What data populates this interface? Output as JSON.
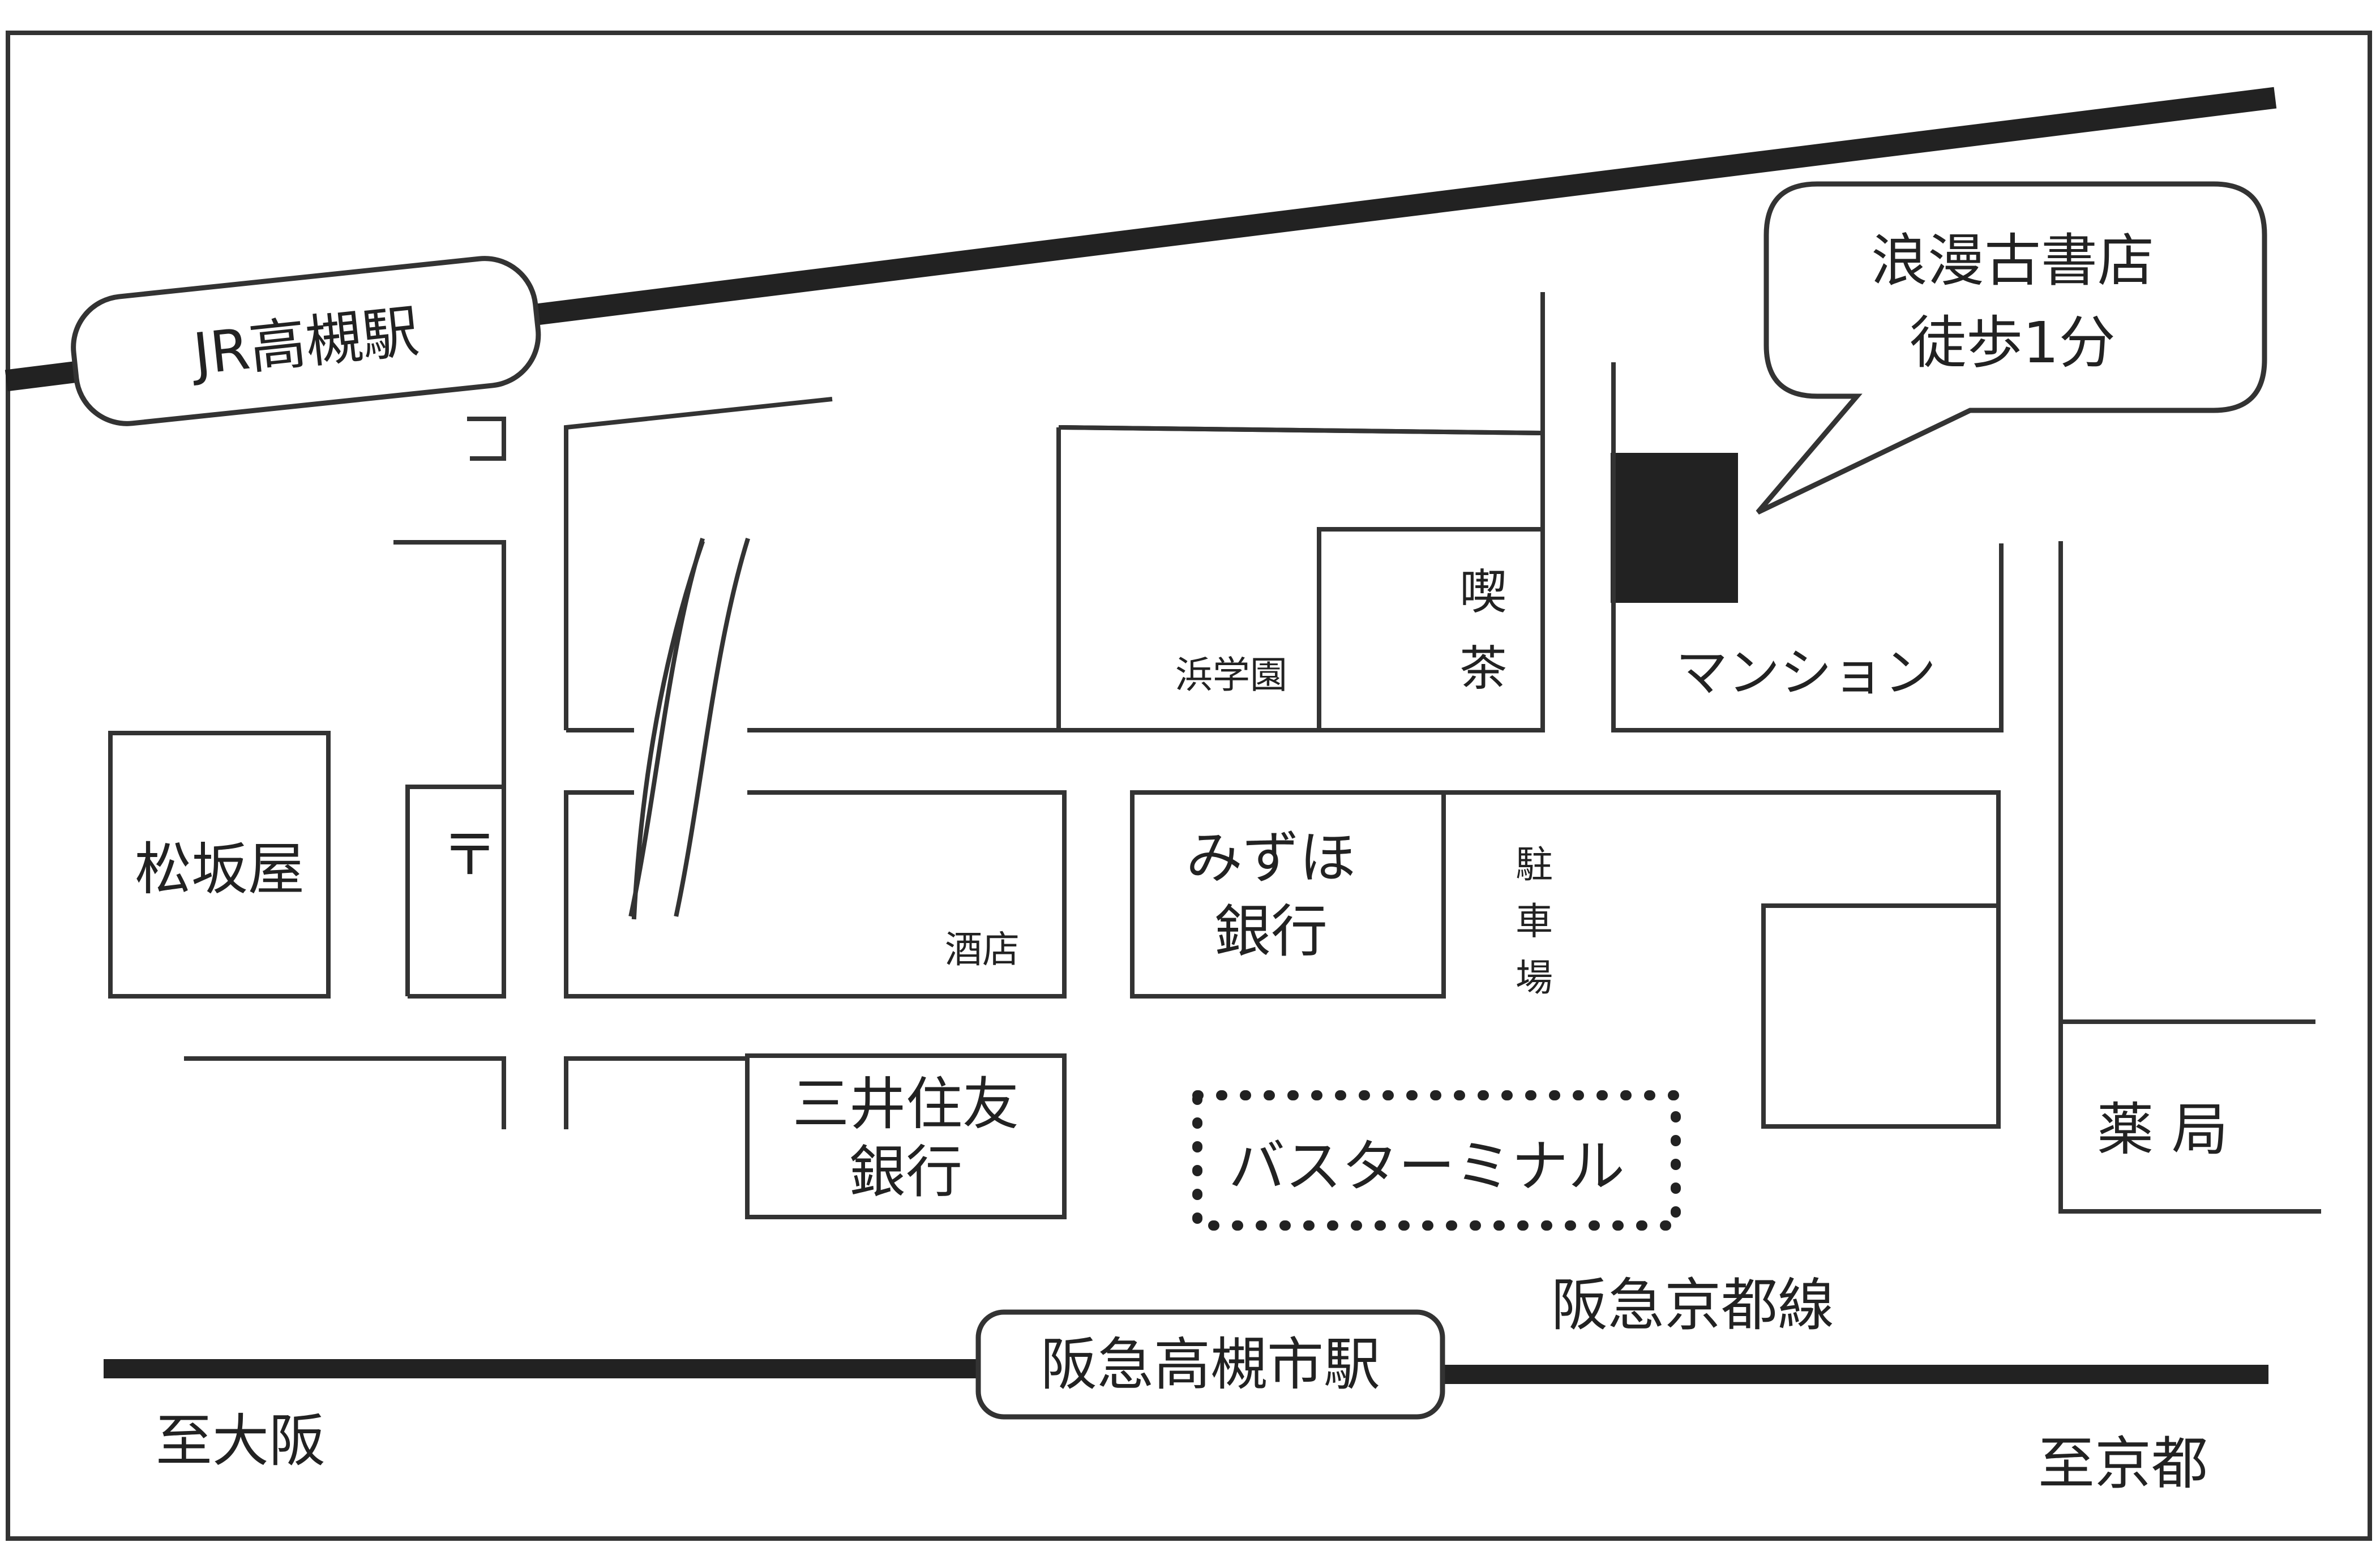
{
  "stations": {
    "jr": "JR高槻駅",
    "hankyu": "阪急高槻市駅"
  },
  "rail_lines": {
    "hankyu_line": "阪急京都線"
  },
  "directions": {
    "to_osaka": "至大阪",
    "to_kyoto": "至京都"
  },
  "shop": {
    "name": "浪漫古書店",
    "walk": "徒歩1分"
  },
  "landmarks": {
    "matsuzakaya": "松坂屋",
    "post_office": "〒",
    "hamagakuen": "浜学園",
    "kissa_1": "喫",
    "kissa_2": "茶",
    "mansion": "マンション",
    "liquor": "酒店",
    "mizuho_1": "みずほ",
    "mizuho_2": "銀行",
    "parking_1": "駐",
    "parking_2": "車",
    "parking_3": "場",
    "smbc_1": "三井住友",
    "smbc_2": "銀行",
    "bus_terminal": "バスターミナル",
    "pharmacy": "薬 局"
  },
  "colors": {
    "line": "#333333",
    "rail": "#222222",
    "shop_marker": "#222222",
    "background": "#ffffff"
  }
}
